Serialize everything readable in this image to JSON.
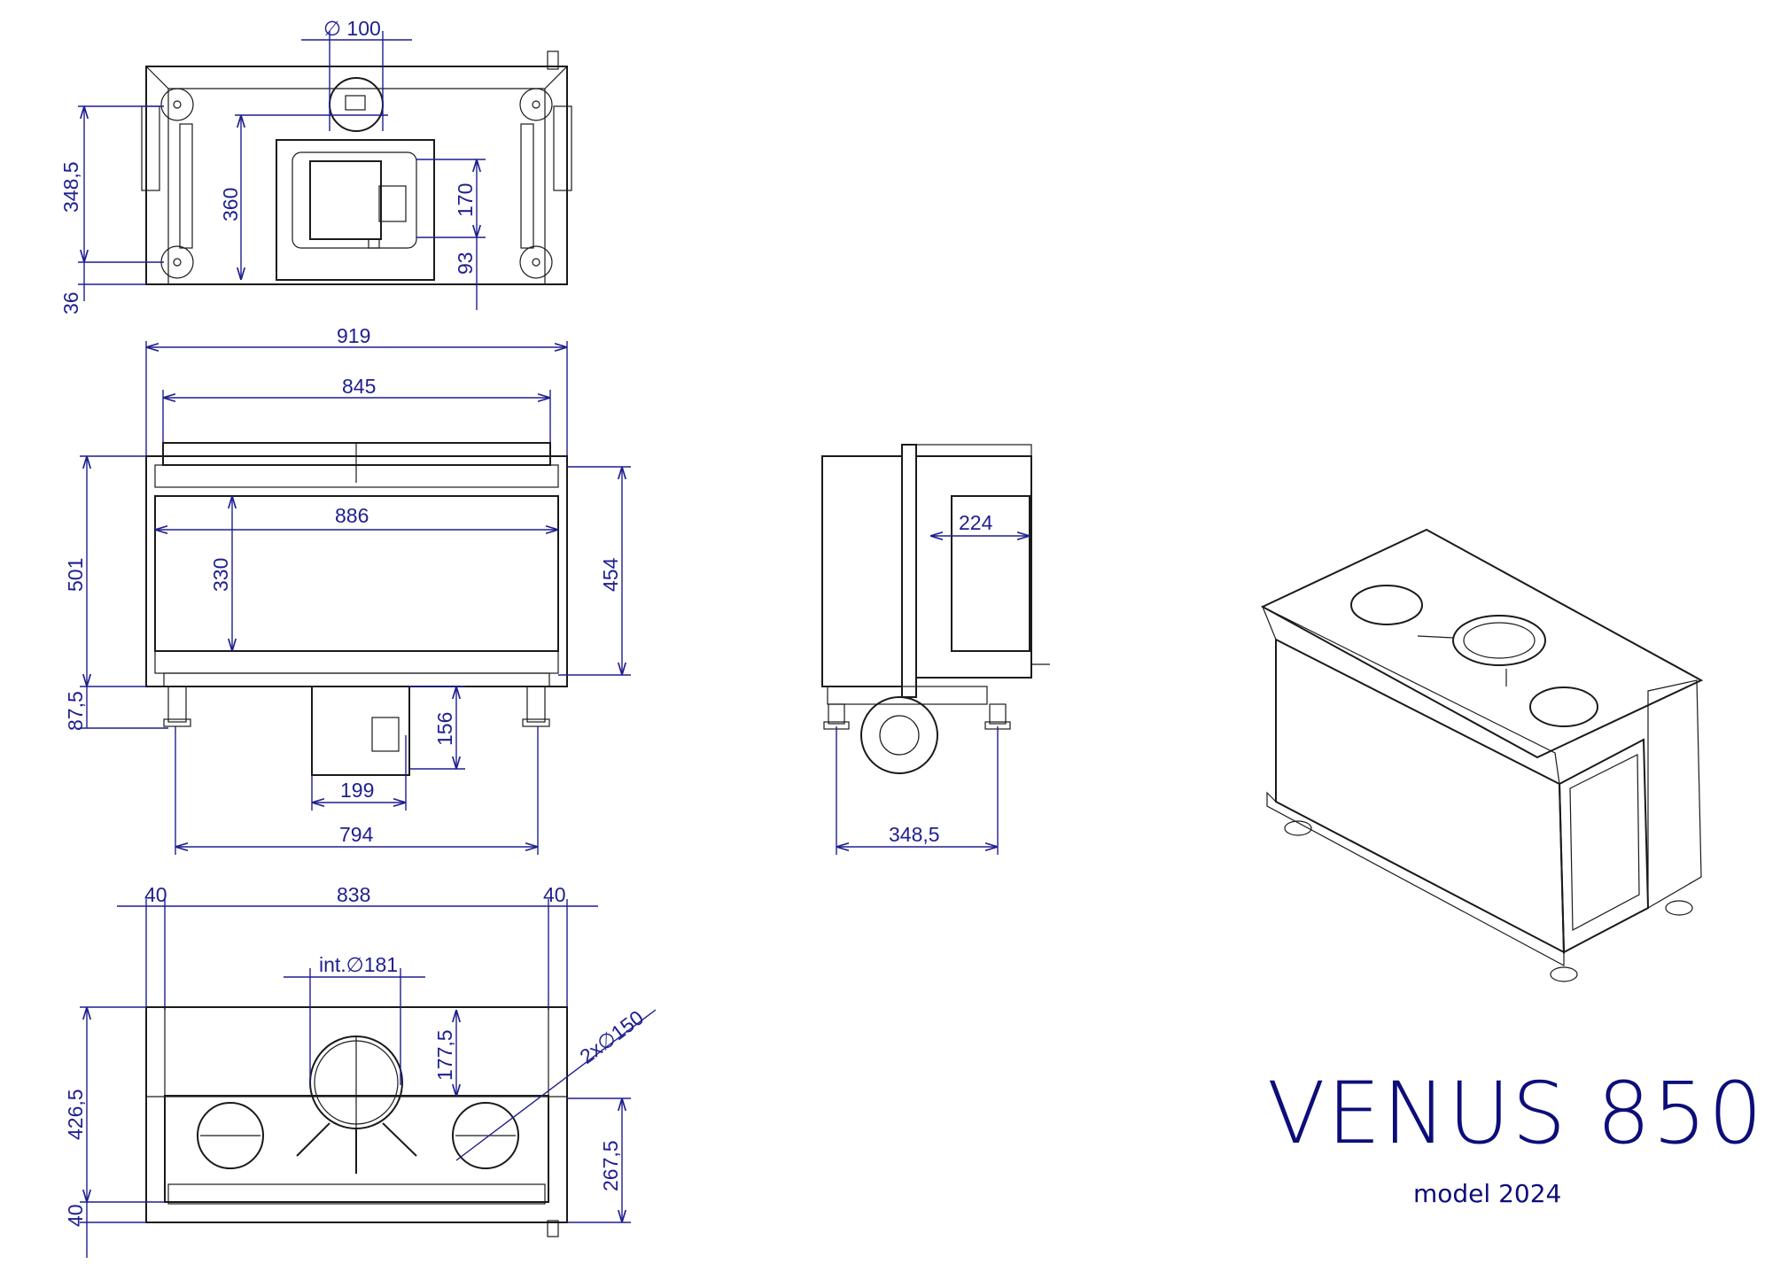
{
  "title": "VENUS 850DC",
  "subtitle": "model 2024",
  "dims": {
    "top_d100": "∅ 100",
    "top_348_5": "348,5",
    "top_360": "360",
    "top_170": "170",
    "top_93": "93",
    "top_36": "36",
    "front_919": "919",
    "front_845": "845",
    "front_886": "886",
    "front_330": "330",
    "front_501": "501",
    "front_454": "454",
    "front_87_5": "87,5",
    "front_156": "156",
    "front_199": "199",
    "front_794": "794",
    "side_224": "224",
    "side_348_5": "348,5",
    "bot_40a": "40",
    "bot_838": "838",
    "bot_40b": "40",
    "bot_int181": "int.∅181",
    "bot_177_5": "177,5",
    "bot_2x150": "2x∅150",
    "bot_426_5": "426,5",
    "bot_267_5": "267,5",
    "bot_40c": "40"
  }
}
